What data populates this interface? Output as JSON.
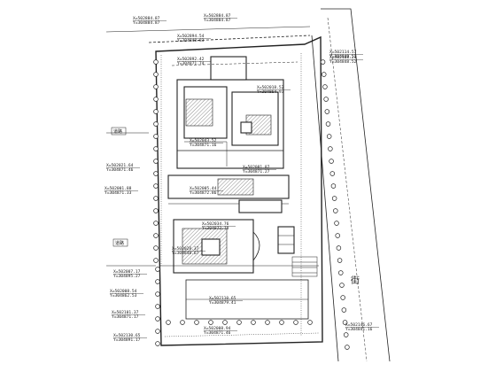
{
  "drawing": {
    "road_label": "街",
    "left_markers": [
      "道路",
      "道路"
    ],
    "coordinates": [
      "X=502884.87",
      "Y=304884.87",
      "X=502884.87",
      "Y=304884.87",
      "X=502894.54",
      "Y=304848.83",
      "X=502892.42",
      "Y=304871.74",
      "X=502114.57",
      "Y=304849.52",
      "X=502108.21",
      "Y=304848.52",
      "X=502018.52",
      "Y=304864.93",
      "X=502043.52",
      "Y=304871.16",
      "X=502081.87",
      "Y=304871.27",
      "X=502021.64",
      "Y=304871.46",
      "X=502001.88",
      "Y=304871.33",
      "X=502005.44",
      "Y=304872.86",
      "X=502034.76",
      "Y=304872.78",
      "X=502028.37",
      "Y=304848.67",
      "X=502007.17",
      "Y=304895.27",
      "X=502008.54",
      "Y=304862.53",
      "X=502110.65",
      "Y=304879.41",
      "X=502101.37",
      "Y=304871.17",
      "X=502008.94",
      "Y=304871.46",
      "X=502130.65",
      "Y=304891.17",
      "X=502146.67",
      "Y=304841.16"
    ]
  }
}
